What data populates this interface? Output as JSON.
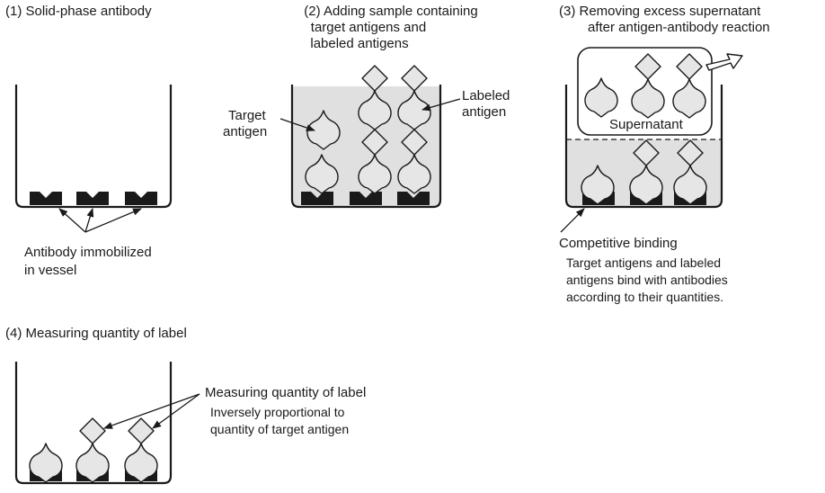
{
  "panel1": {
    "title": "(1) Solid-phase antibody",
    "caption_line1": "Antibody immobilized",
    "caption_line2": "in vessel"
  },
  "panel2": {
    "title_line1": "(2) Adding sample containing",
    "title_line2": "target antigens and",
    "title_line3": "labeled antigens",
    "target_label_line1": "Target",
    "target_label_line2": "antigen",
    "labeled_label_line1": "Labeled",
    "labeled_label_line2": "antigen"
  },
  "panel3": {
    "title_line1": "(3) Removing excess supernatant",
    "title_line2": "after antigen-antibody reaction",
    "supernatant_label": "Supernatant",
    "binding_title": "Competitive binding",
    "binding_line1": "Target antigens and labeled",
    "binding_line2": "antigens bind with antibodies",
    "binding_line3": "according to their quantities."
  },
  "panel4": {
    "title": "(4) Measuring quantity of label",
    "measure_title": "Measuring quantity of label",
    "measure_line1": "Inversely proportional to",
    "measure_line2": "quantity of target antigen"
  },
  "colors": {
    "ink": "#1a1a1a",
    "liquid": "#e0e0e0",
    "shape_fill": "#e6e6e6",
    "antibody": "#1a1a1a"
  }
}
